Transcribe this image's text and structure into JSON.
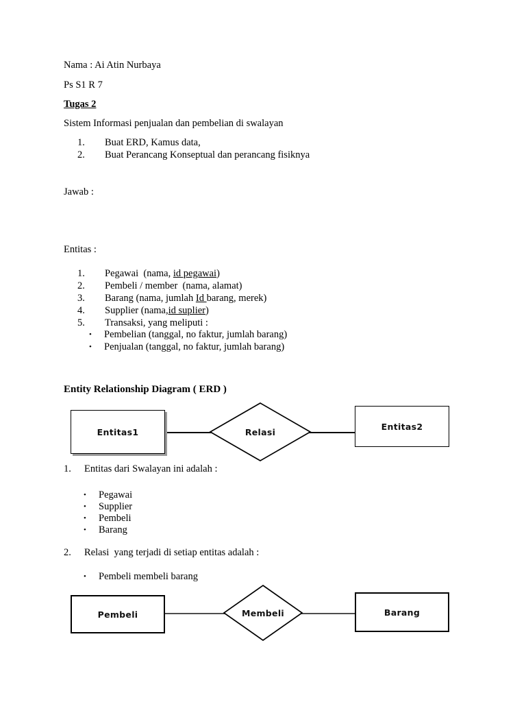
{
  "document": {
    "header_lines": [
      {
        "text": "Nama : Ai Atin Nurbaya"
      },
      {
        "text": "Ps S1 R 7"
      }
    ],
    "task_heading": "Tugas 2",
    "task_description": "Sistem Informasi penjualan dan pembelian di swalayan",
    "task_items": [
      {
        "marker": "1.",
        "text": "Buat ERD, Kamus data,"
      },
      {
        "marker": "2.",
        "text": "Buat Perancang Konseptual dan perancang fisiknya"
      }
    ],
    "answer_label": "Jawab :",
    "entities_label": "Entitas :",
    "entity_items": [
      {
        "marker": "1.",
        "pre": "Pegawai  (nama, ",
        "underlined": "id pegawai",
        "post": ")"
      },
      {
        "marker": "2.",
        "pre": "Pembeli / member  (nama, alamat)",
        "underlined": "",
        "post": ""
      },
      {
        "marker": "3.",
        "pre": "Barang (nama, jumlah ",
        "underlined": "Id ",
        "post": "barang, merek)"
      },
      {
        "marker": "4.",
        "pre": "Supplier (nama,",
        "underlined": "id suplier",
        "post": ")"
      },
      {
        "marker": "5.",
        "pre": "Transaksi, yang meliputi :",
        "underlined": "",
        "post": ""
      }
    ],
    "transaction_items": [
      {
        "marker": "•",
        "text": "Pembelian (tanggal, no faktur, jumlah barang)"
      },
      {
        "marker": "•",
        "text": "Penjualan (tanggal, no faktur, jumlah barang)"
      }
    ],
    "erd_heading": "Entity Relationship Diagram ( ERD )",
    "section_1": {
      "marker": "1.",
      "text": "Entitas dari Swalayan ini adalah :",
      "bullets": [
        {
          "marker": "•",
          "text": "Pegawai"
        },
        {
          "marker": "•",
          "text": "Supplier"
        },
        {
          "marker": "•",
          "text": "Pembeli"
        },
        {
          "marker": "•",
          "text": "Barang"
        }
      ]
    },
    "section_2": {
      "marker": "2.",
      "text": "Relasi  yang terjadi di setiap entitas adalah :",
      "bullets": [
        {
          "marker": "•",
          "text": "Pembeli membeli barang"
        }
      ]
    }
  },
  "diagram_generic": {
    "left_entity": "Entitas1",
    "relation": "Relasi",
    "right_entity": "Entitas2"
  },
  "diagram_pembeli": {
    "left_entity": "Pembeli",
    "relation": "Membeli",
    "right_entity": "Barang"
  },
  "colors": {
    "page_background": "#ffffff",
    "text": "#000000",
    "shape_stroke": "#000000",
    "box_shadow": "#9a9a9a",
    "connector": "#4d4d4d"
  }
}
